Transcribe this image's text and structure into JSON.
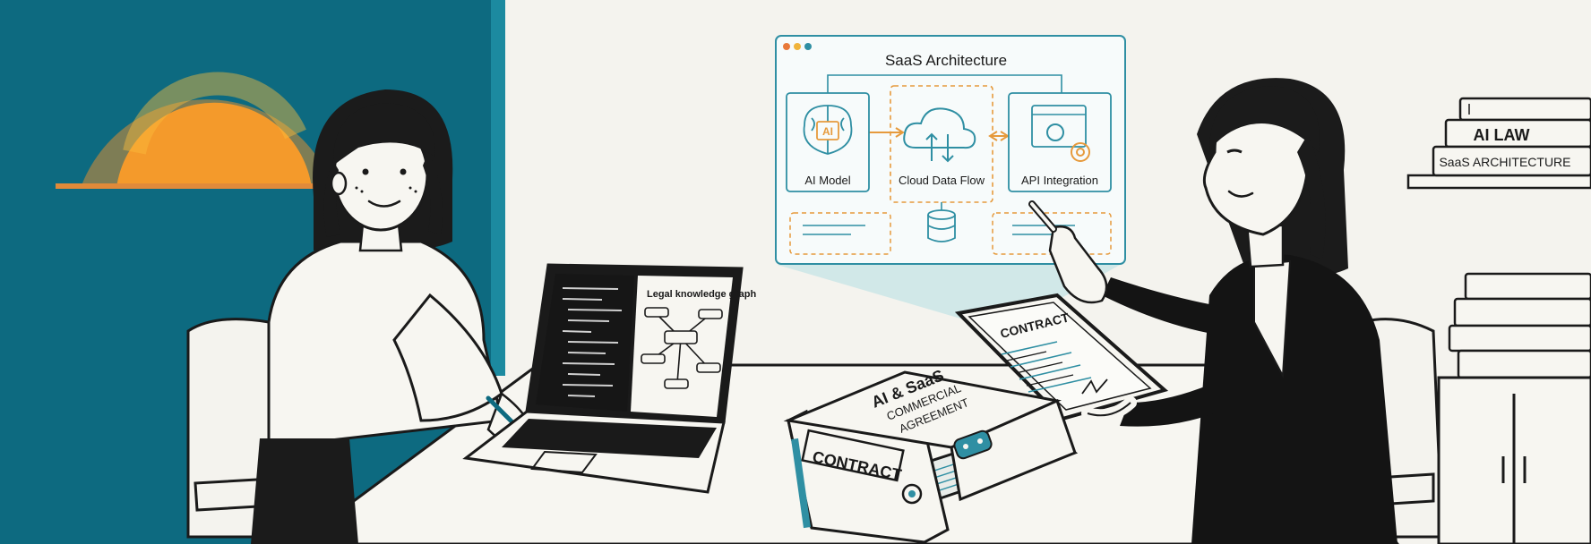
{
  "diagram": {
    "title": "SaaS Architecture",
    "node_ai": "AI Model",
    "node_ai_glyph": "AI",
    "node_cloud": "Cloud Data Flow",
    "node_api": "API Integration"
  },
  "laptop": {
    "screen_label": "Legal knowledge graph"
  },
  "binder": {
    "cover_line1": "AI & SaaS",
    "cover_line2": "COMMERCIAL",
    "cover_line3": "AGREEMENT",
    "spine_label": "CONTRACT"
  },
  "tablet": {
    "doc_title": "CONTRACT"
  },
  "books": {
    "spine_ai_law": "AI LAW",
    "spine_saas": "SaaS ARCHITECTURE"
  },
  "colors": {
    "teal_wall": "#0d6a80",
    "sun_orange": "#f49a2b",
    "sun_halo": "#7e7d55",
    "diagram_teal": "#2f8fa3",
    "diagram_orange": "#e69a3c",
    "ink": "#1a1a1a",
    "paper": "#f4f3ee"
  }
}
